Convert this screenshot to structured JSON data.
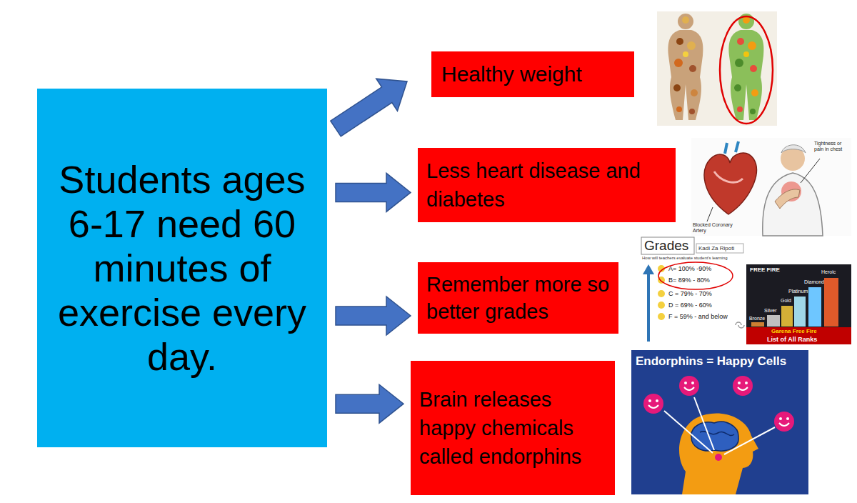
{
  "diagram": {
    "nodes": [
      {
        "text": [
          "Students ages 6-17 need 60 minutes of exercise every day."
        ]
      },
      {
        "text": [
          "Healthy weight"
        ]
      },
      {
        "text": [
          "Less heart disease and diabetes"
        ]
      },
      {
        "text": [
          "Remember more so better grades"
        ]
      },
      {
        "text": [
          "Brain releases happy chemicals called endorphins"
        ]
      }
    ],
    "edges": [
      {
        "from": 0,
        "to": 1,
        "arrow": "to"
      },
      {
        "from": 0,
        "to": 2,
        "arrow": "to"
      },
      {
        "from": 0,
        "to": 3,
        "arrow": "to"
      },
      {
        "from": 0,
        "to": 4,
        "arrow": "to"
      }
    ],
    "labels": [
      "Tightness or pain in chest",
      "Blocked Coronary Artery",
      "Grades",
      "Kadi Za Ripoti",
      "How will teachers evaluate student's learning",
      "A= 100% -90%",
      "B= 89% - 80%",
      "C = 79% - 70%",
      "D = 69% - 60%",
      "F = 59% - and below",
      "FREE FIRE",
      "Heroic",
      "Diamond",
      "Platinum",
      "Gold",
      "Silver",
      "Bronze",
      "Garena Free Fire",
      "List of All Ranks",
      "Endorphins = Happy Cells"
    ]
  }
}
